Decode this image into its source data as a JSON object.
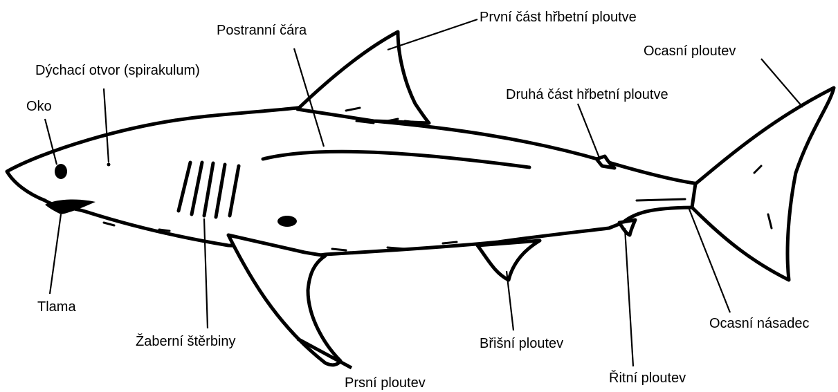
{
  "labels": {
    "first_dorsal_fin": "První část hřbetní ploutve",
    "lateral_line": "Postranní čára",
    "spiracle": "Dýchací otvor (spirakulum)",
    "caudal_fin": "Ocasní ploutev",
    "eye": "Oko",
    "second_dorsal_fin": "Druhá část hřbetní ploutve",
    "mouth": "Tlama",
    "caudal_peduncle": "Ocasní násadec",
    "gill_slits": "Žaberní štěrbiny",
    "pelvic_fin": "Břišní ploutev",
    "anal_fin": "Řitní ploutev",
    "pectoral_fin": "Prsní ploutev"
  }
}
